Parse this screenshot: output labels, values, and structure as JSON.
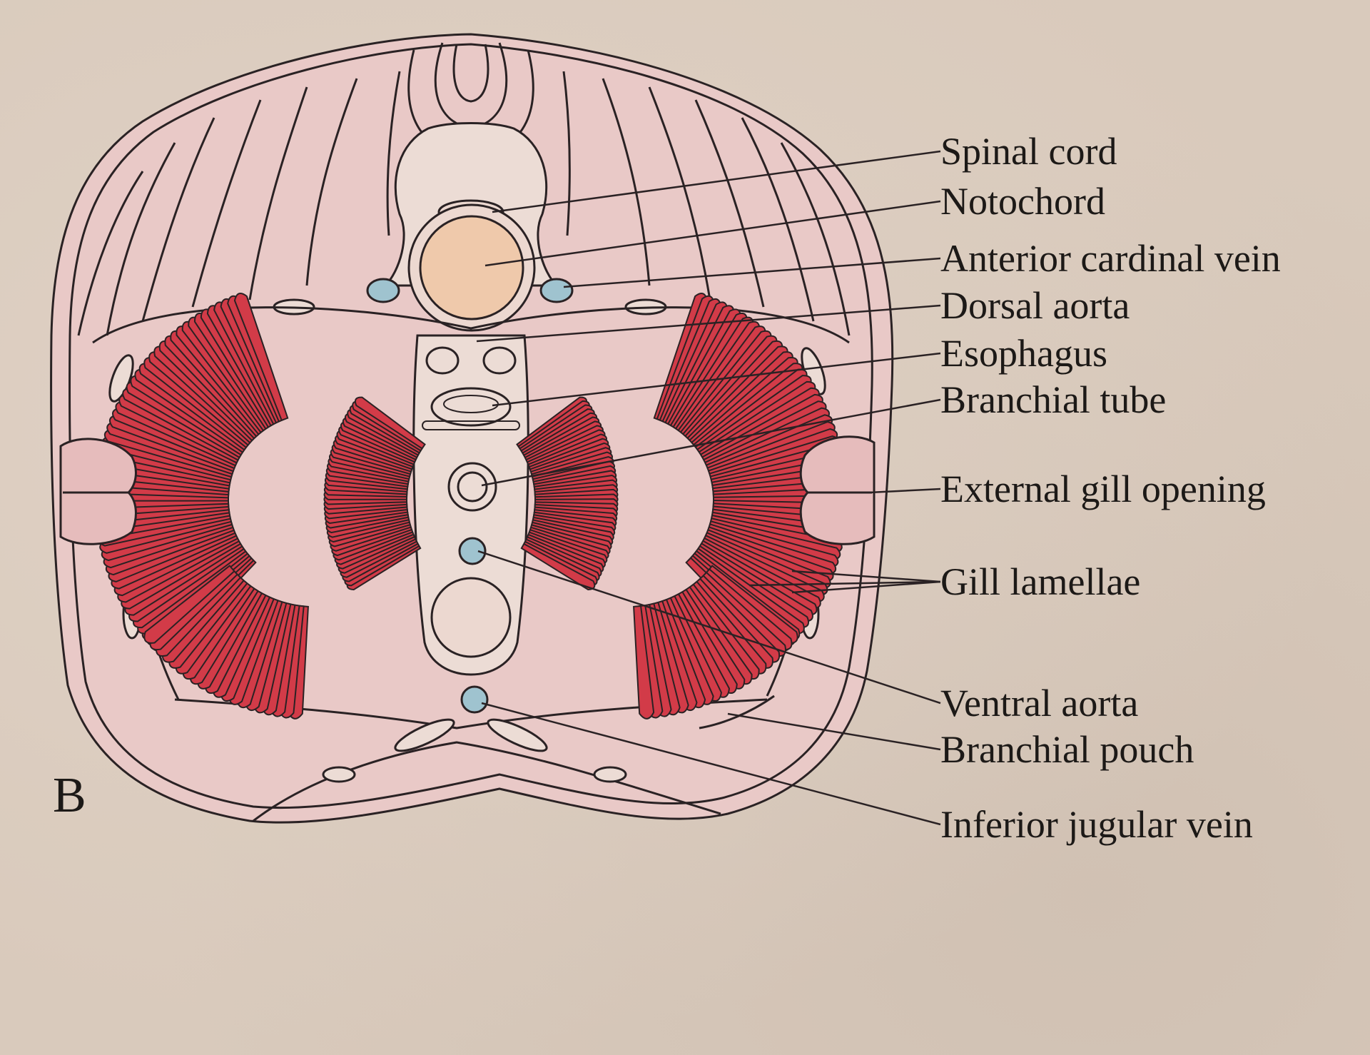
{
  "panel_letter": "B",
  "labels": {
    "spinal_cord": "Spinal cord",
    "notochord": "Notochord",
    "anterior_cardinal_vein": "Anterior cardinal vein",
    "dorsal_aorta": "Dorsal aorta",
    "esophagus": "Esophagus",
    "branchial_tube": "Branchial tube",
    "external_gill_opening": "External gill opening",
    "gill_lamellae": "Gill lamellae",
    "ventral_aorta": "Ventral aorta",
    "branchial_pouch": "Branchial pouch",
    "inferior_jugular_vein": "Inferior jugular vein"
  },
  "colors": {
    "tissue": "#e8c7c6",
    "lamellae": "#d23b48",
    "vessel": "#9fc3cf",
    "notochord": "#efc9ab",
    "outline": "#2a2224"
  }
}
